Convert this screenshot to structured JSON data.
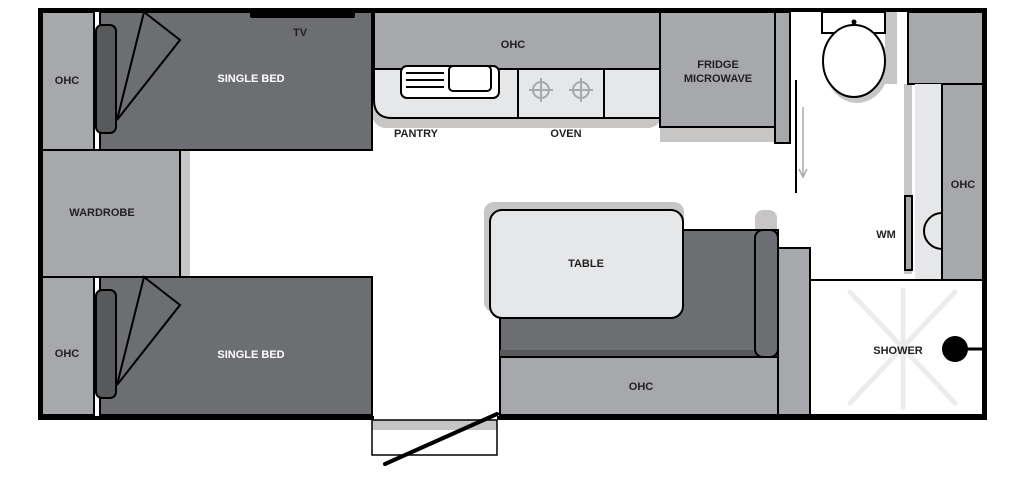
{
  "plan": {
    "labels": {
      "ohc_top_left": "OHC",
      "single_bed_top": "SINGLE BED",
      "tv": "TV",
      "wardrobe": "WARDROBE",
      "ohc_bottom_left": "OHC",
      "single_bed_bottom": "SINGLE BED",
      "ohc_kitchen": "OHC",
      "pantry": "PANTRY",
      "oven": "OVEN",
      "fridge": "FRIDGE",
      "microwave": "MICROWAVE",
      "table": "TABLE",
      "ohc_dinette": "OHC",
      "ohc_right": "OHC",
      "wm": "WM",
      "shower": "SHOWER"
    },
    "colors": {
      "cabinet": "#a7a8ab",
      "bed": "#6d6e71",
      "light": "#e6e7e8",
      "shadow": "#c8c5c5"
    }
  }
}
